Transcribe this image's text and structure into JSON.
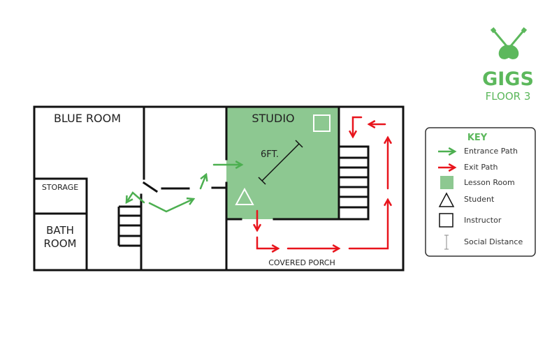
{
  "brand": {
    "name": "GIGS",
    "floor": "FLOOR 3",
    "logo_icon": "crossed-guitars-icon",
    "color": "#5cb85c"
  },
  "rooms": {
    "blue_room": "BLUE ROOM",
    "studio": "STUDIO",
    "storage": "STORAGE",
    "bath_line1": "BATH",
    "bath_line2": "ROOM",
    "porch": "COVERED PORCH"
  },
  "distance_label": "6FT.",
  "key": {
    "title": "KEY",
    "items": [
      {
        "label": "Entrance Path",
        "icon": "green-arrow-icon"
      },
      {
        "label": "Exit Path",
        "icon": "red-arrow-icon"
      },
      {
        "label": "Lesson Room",
        "icon": "green-square-icon"
      },
      {
        "label": "Student",
        "icon": "triangle-icon"
      },
      {
        "label": "Instructor",
        "icon": "square-icon"
      },
      {
        "label": "Social Distance",
        "icon": "distance-marker-icon"
      }
    ]
  },
  "colors": {
    "entrance": "#4caf50",
    "exit": "#e8141c",
    "lesson_room": "#8dc891",
    "walls": "#111111"
  }
}
